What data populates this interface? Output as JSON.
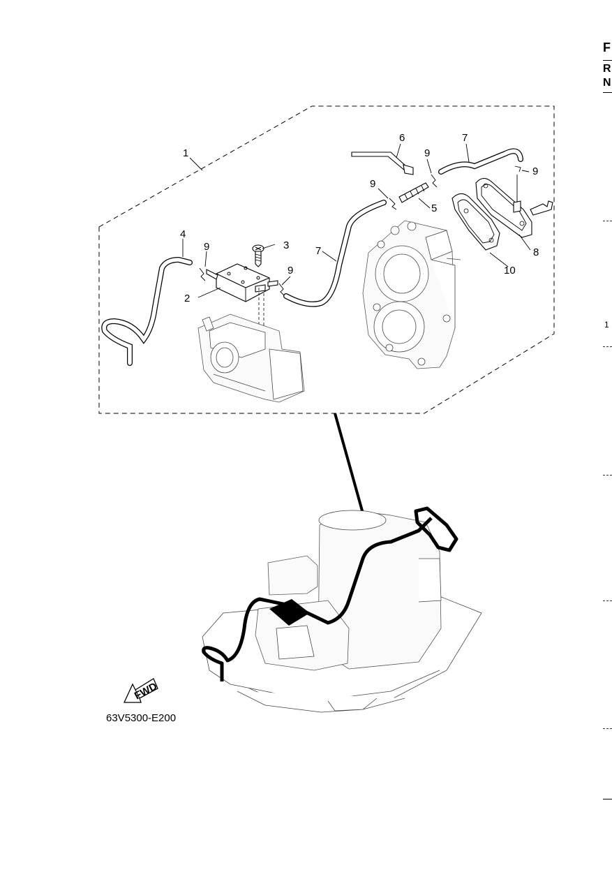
{
  "diagram": {
    "callouts": [
      "1",
      "2",
      "3",
      "4",
      "5",
      "6",
      "7",
      "7",
      "8",
      "9",
      "9",
      "9",
      "9",
      "9",
      "10"
    ],
    "drawing_code": "63V5300-E200",
    "direction_label": "FWD"
  },
  "edge": {
    "letters": [
      "F",
      "R",
      "N"
    ],
    "page_mark": "1"
  }
}
